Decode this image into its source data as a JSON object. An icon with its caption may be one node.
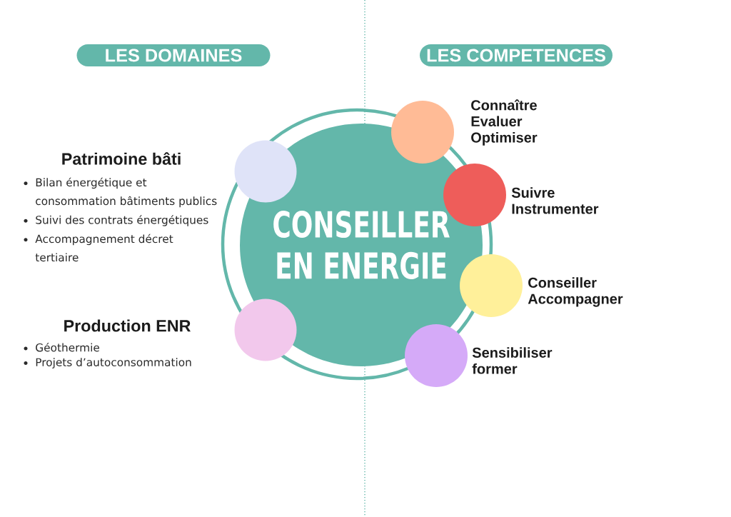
{
  "diagram": {
    "nodes": [
      {
        "text": [
          "LES DOMAINES"
        ]
      },
      {
        "text": [
          "LES COMPETENCES"
        ]
      },
      {
        "text": [
          "CONSEILLER EN ENERGIE"
        ]
      },
      {
        "text": [],
        "shape": "circle",
        "beside": [
          "Patrimoine bâti",
          "Bilan énergétique et consommation bâtiments publics",
          "Suivi des contrats énergétiques",
          "Accompagnement décret tertiaire"
        ]
      },
      {
        "text": [],
        "shape": "circle",
        "beside": [
          "Production ENR",
          "Géothermie",
          "Projets d’autoconsommation"
        ]
      },
      {
        "text": [],
        "shape": "circle"
      },
      {
        "text": [],
        "shape": "circle",
        "beside": [
          "Suivre Instrumenter"
        ]
      },
      {
        "text": [],
        "shape": "circle",
        "beside": [
          "Conseiller Accompagner"
        ]
      },
      {
        "text": [],
        "shape": "circle",
        "beside": [
          "Sensibiliser former"
        ]
      }
    ],
    "labels": [
      "Connaître Evaluer Optimiser"
    ]
  }
}
